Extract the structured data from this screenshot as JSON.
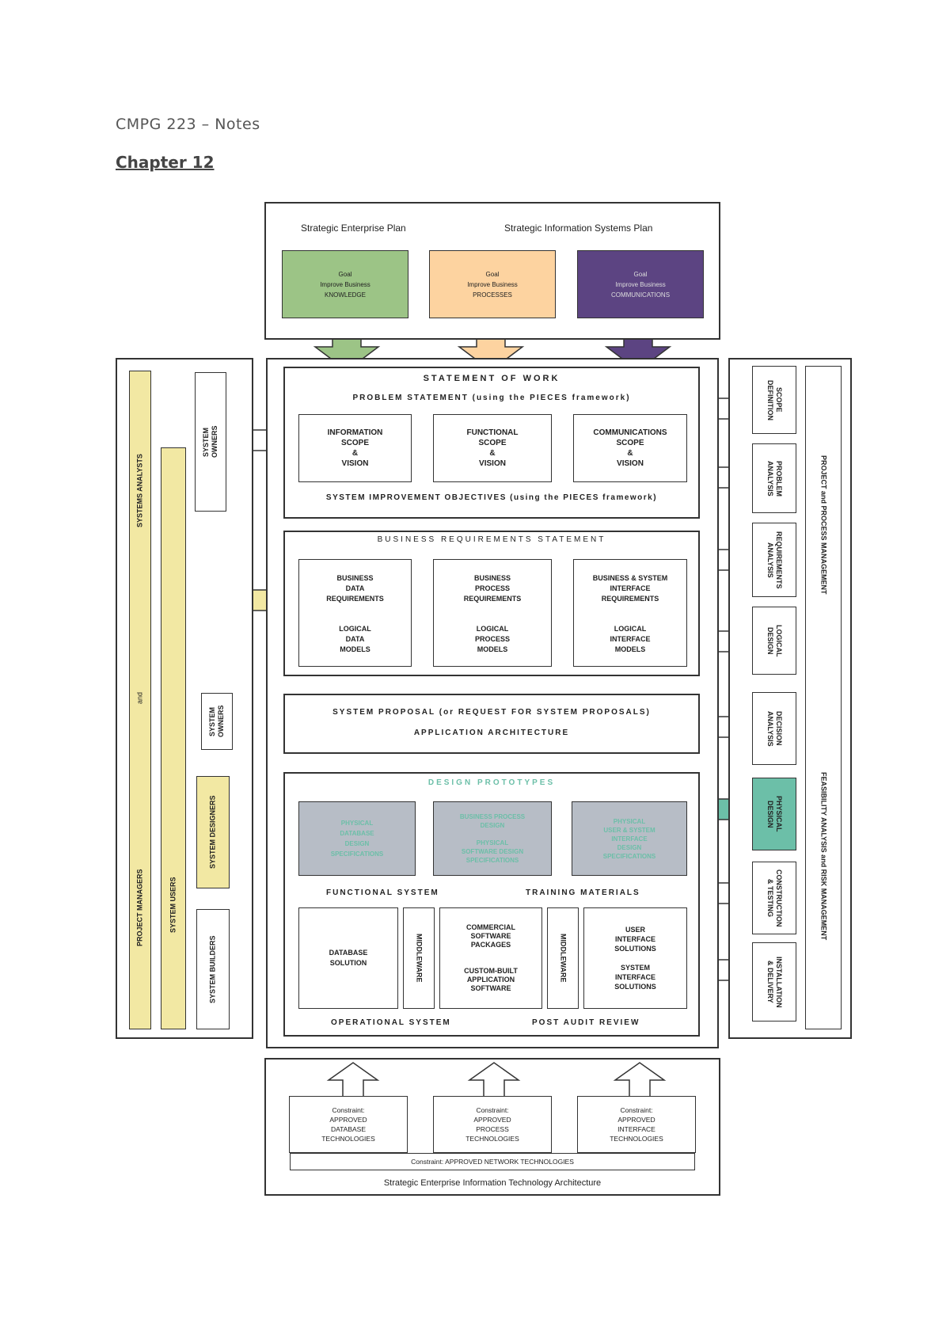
{
  "header": {
    "course": "CMPG 223 – Notes",
    "chapter": "Chapter 12"
  },
  "plans": {
    "enterprise": "Strategic Enterprise Plan",
    "is": "Strategic Information Systems Plan"
  },
  "goals": [
    {
      "text": "Goal\nImprove Business\nKNOWLEDGE",
      "color": "#9cc486"
    },
    {
      "text": "Goal\nImprove Business\nPROCESSES",
      "color": "#fdd3a0"
    },
    {
      "text": "Goal\nImprove Business\nCOMMUNICATIONS",
      "color": "#5c4482"
    }
  ],
  "sow": {
    "title": "STATEMENT OF WORK",
    "problem": "PROBLEM STATEMENT (using the PIECES framework)",
    "boxes": [
      "INFORMATION\nSCOPE\n&\nVISION",
      "FUNCTIONAL\nSCOPE\n&\nVISION",
      "COMMUNICATIONS\nSCOPE\n&\nVISION"
    ],
    "objectives": "SYSTEM IMPROVEMENT OBJECTIVES (using the PIECES framework)"
  },
  "brs": {
    "title": "BUSINESS REQUIREMENTS STATEMENT",
    "boxes": [
      {
        "top": "BUSINESS\nDATA\nREQUIREMENTS",
        "bottom": "LOGICAL\nDATA\nMODELS"
      },
      {
        "top": "BUSINESS\nPROCESS\nREQUIREMENTS",
        "bottom": "LOGICAL\nPROCESS\nMODELS"
      },
      {
        "top": "BUSINESS & SYSTEM\nINTERFACE\nREQUIREMENTS",
        "bottom": "LOGICAL\nINTERFACE\nMODELS"
      }
    ]
  },
  "proposal": {
    "line1": "SYSTEM PROPOSAL (or REQUEST FOR SYSTEM PROPOSALS)",
    "line2": "APPLICATION ARCHITECTURE"
  },
  "design": {
    "title": "DESIGN PROTOTYPES",
    "boxes": [
      "PHYSICAL\nDATABASE\nDESIGN\nSPECIFICATIONS",
      "BUSINESS PROCESS\nDESIGN\n\nPHYSICAL\nSOFTWARE DESIGN\nSPECIFICATIONS",
      "PHYSICAL\nUSER & SYSTEM\nINTERFACE\nDESIGN\nSPECIFICATIONS"
    ],
    "functional": "FUNCTIONAL SYSTEM",
    "training": "TRAINING MATERIALS",
    "database": "DATABASE\nSOLUTION",
    "middleware": "MIDDLEWARE",
    "software": "COMMERCIAL\nSOFTWARE\nPACKAGES\n\n\nCUSTOM-BUILT\nAPPLICATION\nSOFTWARE",
    "interfaces": "USER\nINTERFACE\nSOLUTIONS\n\nSYSTEM\nINTERFACE\nSOLUTIONS",
    "operational": "OPERATIONAL SYSTEM",
    "postaudit": "POST AUDIT REVIEW",
    "teal": "#6cbfa8",
    "gray": "#b7bdc6"
  },
  "left": {
    "pm": "PROJECT MANAGERS",
    "and": "and",
    "sa": "SYSTEMS ANALYSTS",
    "users": "SYSTEM USERS",
    "owners1": "SYSTEM\nOWNERS",
    "owners2": "SYSTEM\nOWNERS",
    "designers": "SYSTEM DESIGNERS",
    "builders": "SYSTEM BUILDERS",
    "yellow": "#f2e8a3"
  },
  "right": {
    "phases": [
      "SCOPE\nDEFINITION",
      "PROBLEM\nANALYSIS",
      "REQUIREMENTS\nANALYSIS",
      "LOGICAL\nDESIGN",
      "DECISION\nANALYSIS",
      "PHYSICAL\nDESIGN",
      "CONSTRUCTION\n& TESTING",
      "INSTALLATION\n& DELIVERY"
    ],
    "mgmt1": "PROJECT and PROCESS MANAGEMENT",
    "mgmt2": "FEASIBILITY ANALYSIS and RISK MANAGEMENT"
  },
  "bottom": {
    "constraints": [
      "Constraint:\nAPPROVED\nDATABASE\nTECHNOLOGIES",
      "Constraint:\nAPPROVED\nPROCESS\nTECHNOLOGIES",
      "Constraint:\nAPPROVED\nINTERFACE\nTECHNOLOGIES"
    ],
    "network": "Constraint: APPROVED NETWORK TECHNOLOGIES",
    "arch": "Strategic Enterprise Information Technology Architecture"
  }
}
